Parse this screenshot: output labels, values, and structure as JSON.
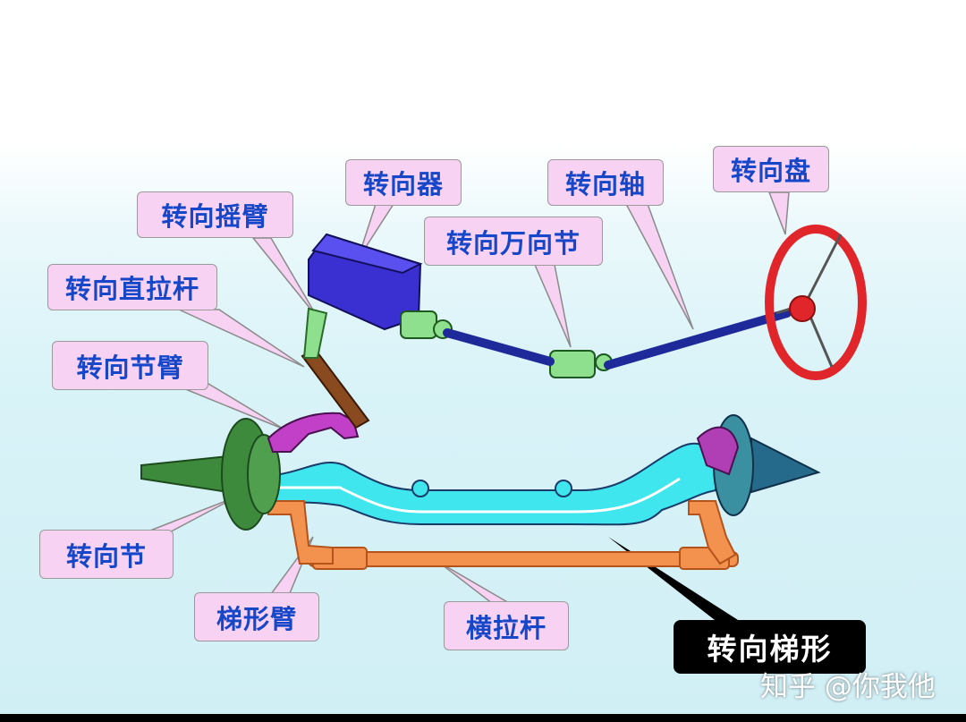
{
  "labels": {
    "steering_gear": "转向器",
    "steering_shaft": "转向轴",
    "steering_wheel": "转向盘",
    "pitman_arm": "转向摇臂",
    "universal_joint": "转向万向节",
    "drag_link": "转向直拉杆",
    "knuckle_arm": "转向节臂",
    "knuckle": "转向节",
    "trapezoid_arm": "梯形臂",
    "tie_rod": "横拉杆",
    "steering_trapezoid": "转向梯形"
  },
  "watermark": "知乎 @你我他",
  "colors": {
    "label_bg": "#f7d2f2",
    "label_text": "#1747c9",
    "steering_gear": "#3a2fd0",
    "steering_wheel": "#e0262a",
    "shaft": "#1f2a9a",
    "axle": "#3fe6ee",
    "tie_rod": "#f3914f",
    "knuckle": "#3d8a3d",
    "arm": "#c23fc7",
    "drag_link": "#8a4a1f",
    "joint": "#8ee08e"
  }
}
